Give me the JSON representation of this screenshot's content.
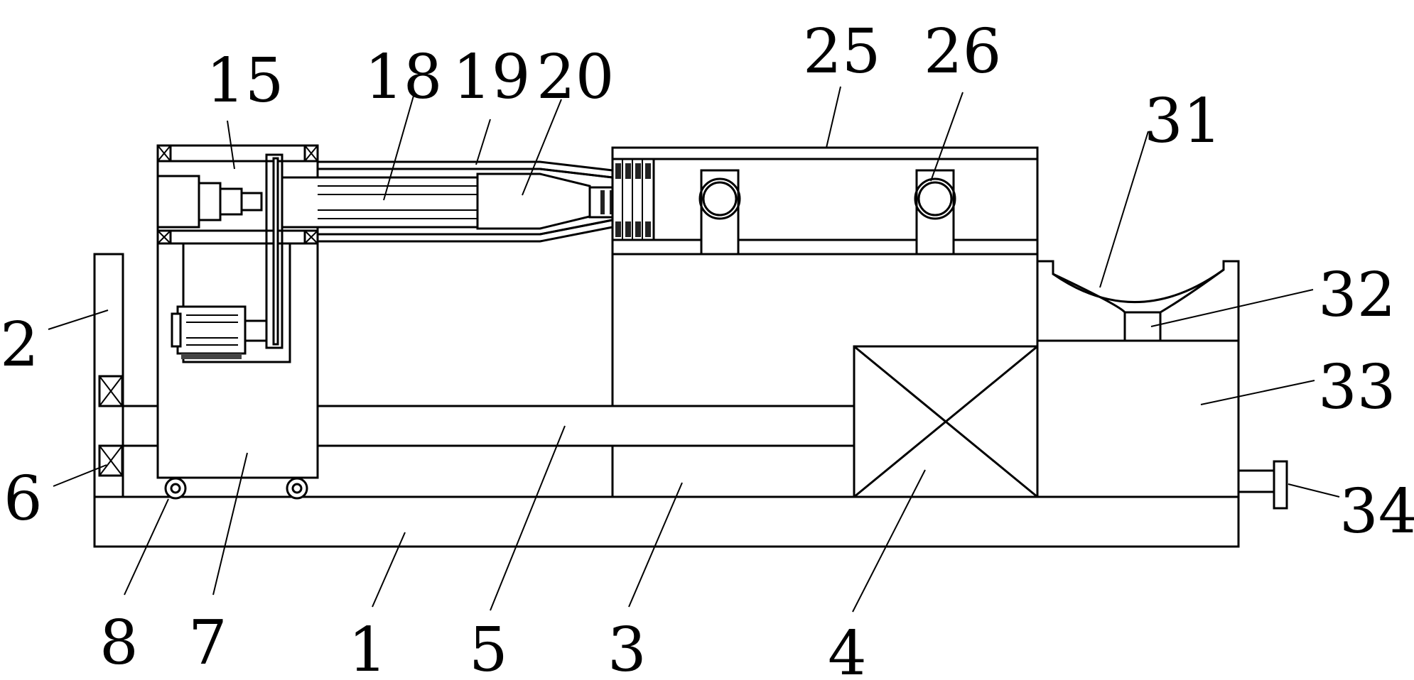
{
  "figure": {
    "labels": {
      "l15": "15",
      "l18": "18",
      "l19": "19",
      "l20": "20",
      "l25": "25",
      "l26": "26",
      "l31": "31",
      "l32": "32",
      "l33": "33",
      "l2": "2",
      "l6": "6",
      "l34": "34",
      "l8": "8",
      "l7": "7",
      "l1": "1",
      "l5": "5",
      "l3": "3",
      "l4": "4"
    }
  }
}
